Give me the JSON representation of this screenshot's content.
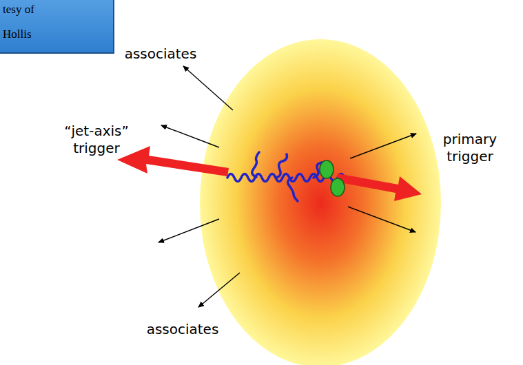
{
  "diagram": {
    "nodes": [
      {
        "text": [
          "tesy of Hollis"
        ]
      }
    ],
    "labels": [
      "associates",
      "“jet-axis” trigger",
      "primary trigger",
      "associates"
    ]
  }
}
